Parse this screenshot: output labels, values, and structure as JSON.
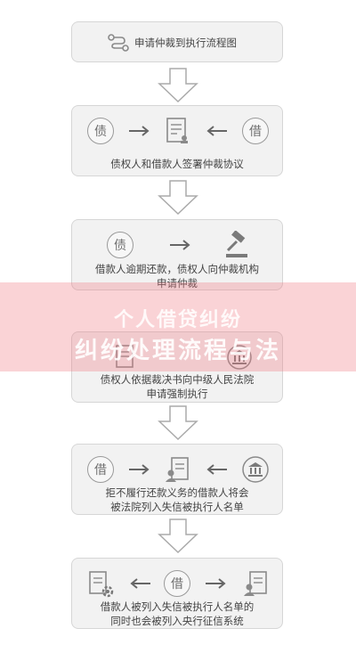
{
  "steps": [
    {
      "text": "申请仲裁到执行流程图"
    },
    {
      "text": "债权人和借款人签署仲裁协议",
      "left_char": "债",
      "right_char": "借"
    },
    {
      "text": "借款人逾期还款，债权人向仲裁机构\n申请仲裁",
      "left_char": "债"
    },
    {
      "text": "债权人依据裁决书向中级人民法院\n申请强制执行"
    },
    {
      "text": "拒不履行还款义务的借款人将会\n被法院列入失信被执行人名单",
      "left_char": "借"
    },
    {
      "text": "借款人被列入失信被执行人名单的\n同时也会被列入央行征信系统",
      "middle_char": "借"
    }
  ],
  "banner": {
    "line1": "个人借贷纠纷",
    "line2": "纠纷处理流程与法"
  },
  "colors": {
    "box_bg": "#f2f2f2",
    "box_border": "#d6d6d6",
    "icon_gray": "#8a8a8a",
    "banner": "#f07882"
  }
}
